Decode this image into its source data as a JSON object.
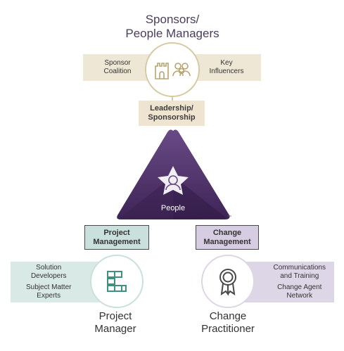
{
  "top": {
    "title_line1": "Sponsors/",
    "title_line2": "People Managers",
    "left_box_line1": "Sponsor",
    "left_box_line2": "Coalition",
    "right_box_line1": "Key",
    "right_box_line2": "Influencers",
    "label_line1": "Leadership/",
    "label_line2": "Sponsorship",
    "icons": [
      "castle-icon",
      "people-group-icon"
    ]
  },
  "center": {
    "label": "People",
    "trademark": "™",
    "icon": "star-person-icon"
  },
  "left": {
    "label_line1": "Project",
    "label_line2": "Management",
    "box_item1_line1": "Solution",
    "box_item1_line2": "Developers",
    "box_item2_line1": "Subject Matter",
    "box_item2_line2": "Experts",
    "name_line1": "Project",
    "name_line2": "Manager",
    "icon": "blocks-icon"
  },
  "right": {
    "label_line1": "Change",
    "label_line2": "Management",
    "box_item1_line1": "Communications",
    "box_item1_line2": "and Training",
    "box_item2_line1": "Change Agent",
    "box_item2_line2": "Network",
    "name_line1": "Change",
    "name_line2": "Practitioner",
    "icon": "award-ribbon-icon"
  },
  "colors": {
    "beige": "#efe7d6",
    "gold": "#d6c9a4",
    "teal": "#3f8f82",
    "teal_light": "#d9e9e6",
    "lavender": "#ddd6e6",
    "purple": "#4d2f66",
    "purple_dark": "#2f1a42"
  }
}
